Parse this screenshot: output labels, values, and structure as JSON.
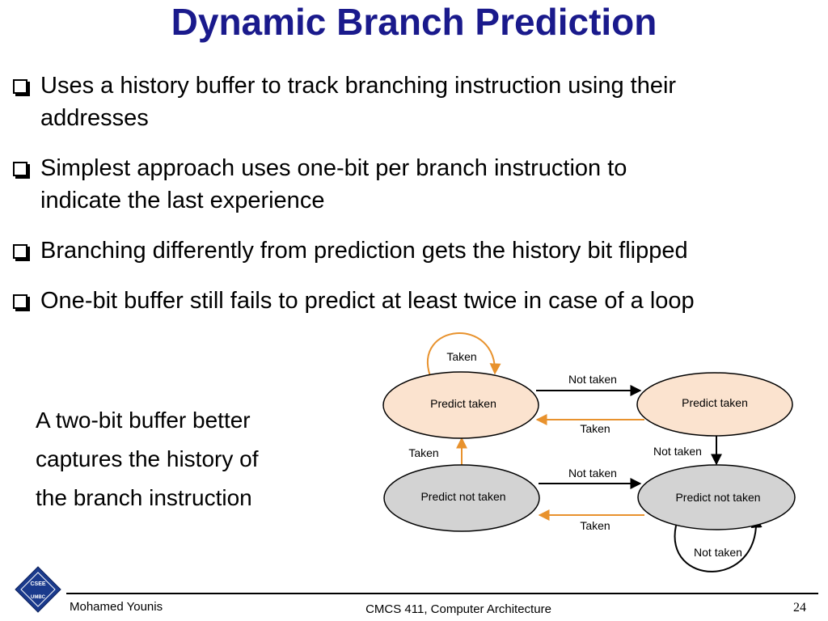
{
  "slide": {
    "title": "Dynamic Branch Prediction",
    "bullets": [
      {
        "line1": "Uses a history buffer to track branching instruction using their",
        "line2": "addresses"
      },
      {
        "line1": "Simplest approach uses one-bit per branch instruction to",
        "line2": "indicate the last experience"
      },
      {
        "line1": "Branching differently from prediction gets the history bit flipped",
        "line2": ""
      },
      {
        "line1": "One-bit buffer still fails to predict at least twice in case of a loop",
        "line2": ""
      }
    ],
    "side_text": [
      "A two-bit buffer better",
      "captures the history of",
      "the branch instruction"
    ]
  },
  "diagram": {
    "states": {
      "s1": "Predict taken",
      "s2": "Predict taken",
      "s3": "Predict not taken",
      "s4": "Predict not taken"
    },
    "labels": {
      "self_loop_top": "Taken",
      "s1_to_s2": "Not taken",
      "s2_to_s1": "Taken",
      "s3_to_s1": "Taken",
      "s2_to_s4": "Not taken",
      "s3_to_s4": "Not taken",
      "s4_to_s3": "Taken",
      "self_loop_bottom": "Not taken"
    },
    "colors": {
      "taken_fill": "#fbe3cf",
      "not_taken_fill": "#d3d3d3",
      "orange_arrow": "#e8922d",
      "black_arrow": "#000000"
    }
  },
  "footer": {
    "author": "Mohamed Younis",
    "course": "CMCS 411, Computer Architecture",
    "page": "24",
    "logo_text_top": "CSEE",
    "logo_text_bottom": "UMBC"
  }
}
